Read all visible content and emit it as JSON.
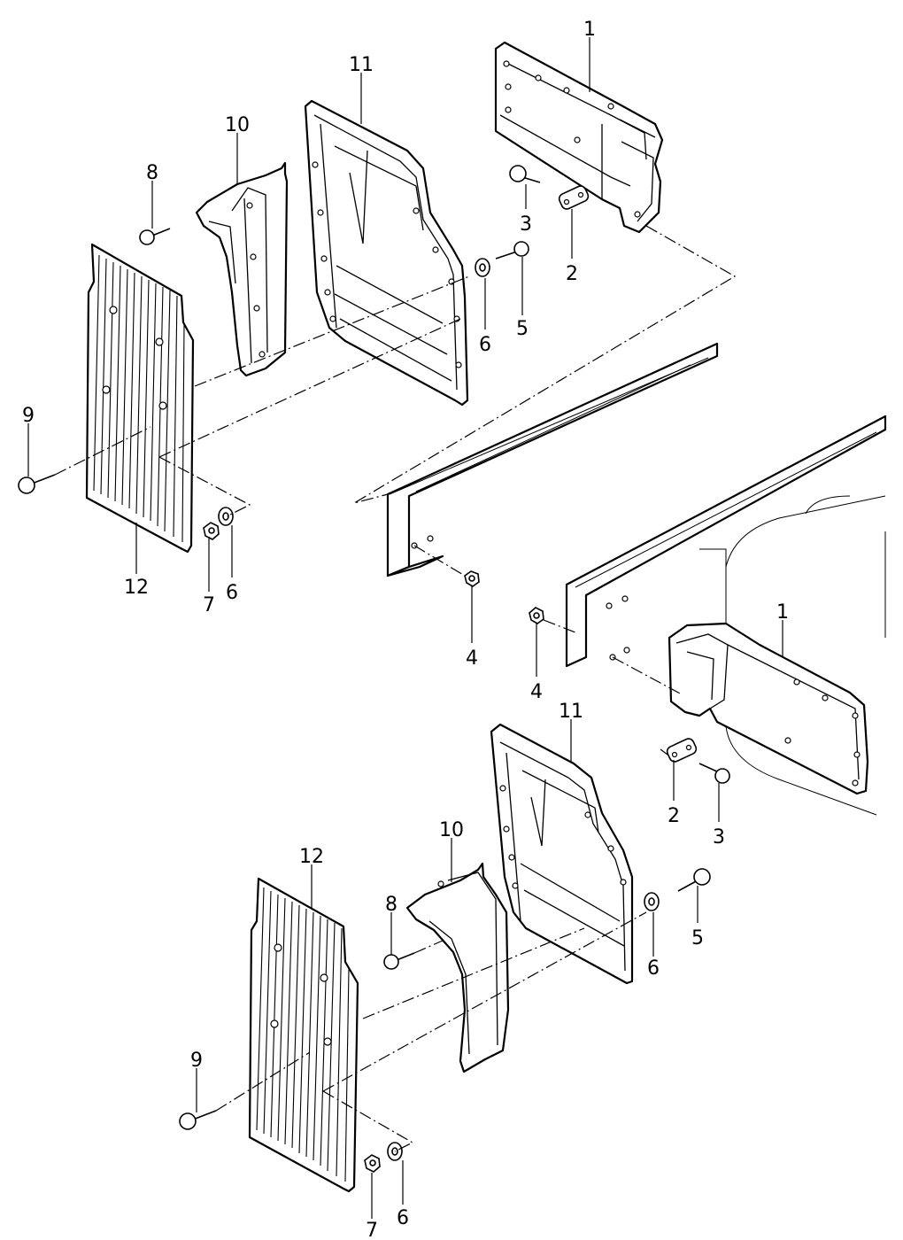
{
  "callouts": [
    {
      "key": "c1a",
      "text": "1"
    },
    {
      "key": "c11a",
      "text": "11"
    },
    {
      "key": "c10a",
      "text": "10"
    },
    {
      "key": "c8a",
      "text": "8"
    },
    {
      "key": "c3a",
      "text": "3"
    },
    {
      "key": "c2a",
      "text": "2"
    },
    {
      "key": "c5a",
      "text": "5"
    },
    {
      "key": "c6a",
      "text": "6"
    },
    {
      "key": "c9a",
      "text": "9"
    },
    {
      "key": "c12a",
      "text": "12"
    },
    {
      "key": "c7a",
      "text": "7"
    },
    {
      "key": "c6b",
      "text": "6"
    },
    {
      "key": "c4a",
      "text": "4"
    },
    {
      "key": "c4b",
      "text": "4"
    },
    {
      "key": "c1b",
      "text": "1"
    },
    {
      "key": "c11b",
      "text": "11"
    },
    {
      "key": "c2b",
      "text": "2"
    },
    {
      "key": "c3b",
      "text": "3"
    },
    {
      "key": "c10b",
      "text": "10"
    },
    {
      "key": "c12b",
      "text": "12"
    },
    {
      "key": "c8b",
      "text": "8"
    },
    {
      "key": "c6c",
      "text": "6"
    },
    {
      "key": "c5b",
      "text": "5"
    },
    {
      "key": "c9b",
      "text": "9"
    },
    {
      "key": "c7b",
      "text": "7"
    },
    {
      "key": "c6d",
      "text": "6"
    }
  ]
}
